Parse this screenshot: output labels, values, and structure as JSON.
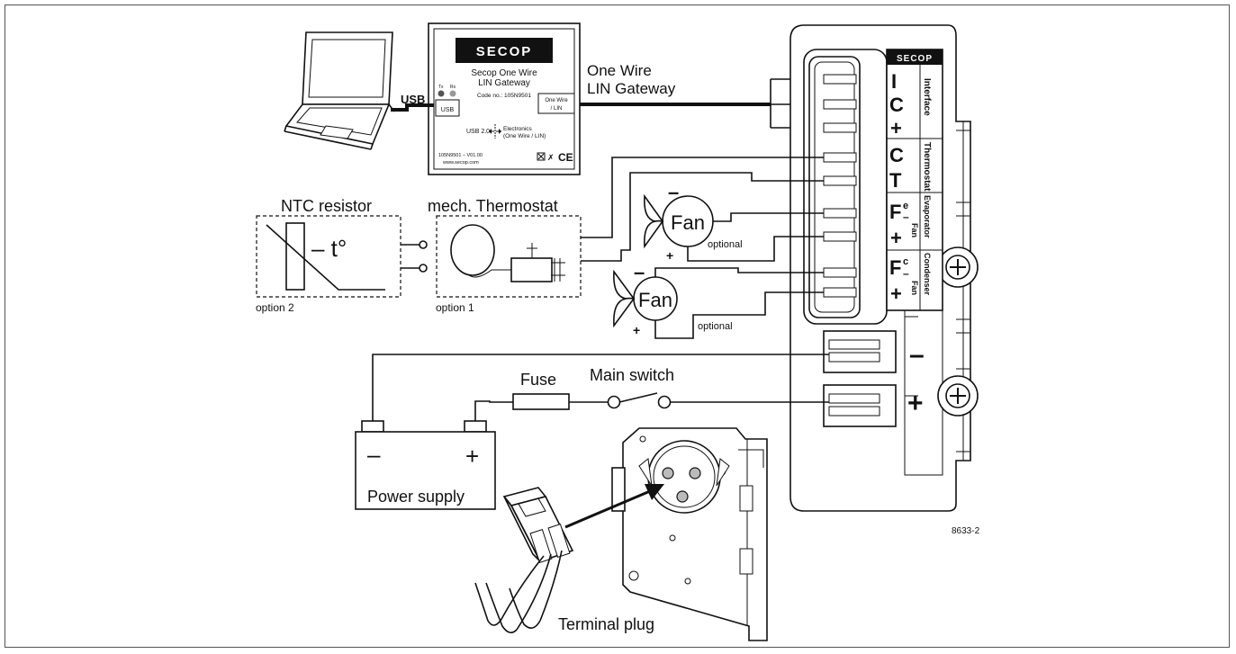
{
  "labels": {
    "usb": "USB",
    "gateway_title_1": "One Wire",
    "gateway_title_2": "LIN Gateway",
    "brand": "SECOP",
    "gw_name_1": "Secop One Wire",
    "gw_name_2": "LIN Gateway",
    "gw_code": "Code no.: 105N9501",
    "gw_tx": "Tx",
    "gw_rx": "Rx",
    "gw_usb": "USB",
    "gw_onewire_1": "One Wire",
    "gw_onewire_2": "/ LIN",
    "gw_usb2": "USB 2.0",
    "gw_elec_1": "Electronics",
    "gw_elec_2": "(One Wire / LIN)",
    "gw_ver": "105N9501 – V01.00",
    "gw_web": "www.secop.com",
    "gw_ce": "CE",
    "ntc": "NTC resistor",
    "ntc_t": "– t°",
    "option2": "option 2",
    "mech": "mech. Thermostat",
    "option1": "option 1",
    "fan": "Fan",
    "minus": "–",
    "plus": "+",
    "optional": "optional",
    "term_C": "C",
    "term_I": "I",
    "term_T": "T",
    "term_F": "F",
    "term_e": "e",
    "term_c": "c",
    "grp_interface": "Interface",
    "grp_thermostat": "Thermostat",
    "grp_evap": "Evaporator",
    "grp_fan": "Fan",
    "grp_cond": "Condenser",
    "fuse": "Fuse",
    "main_switch": "Main switch",
    "power_supply": "Power supply",
    "terminal_plug": "Terminal plug",
    "ref": "8633-2"
  }
}
